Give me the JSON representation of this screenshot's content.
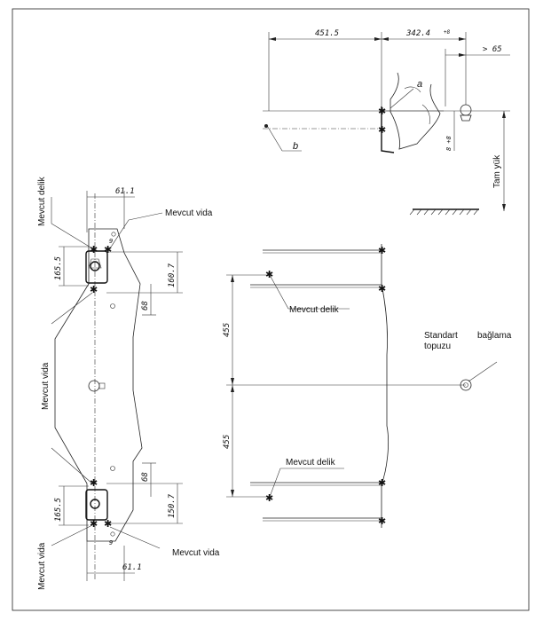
{
  "dimensions": {
    "top_left": "451.5",
    "top_right": "342.4",
    "top_right_sup": "+8",
    "gt65": "> 65",
    "vertical_small": "8 +8",
    "bracket_width_top": "61.1",
    "bracket_width_bottom": "61.1",
    "hole_span_top": "165.5",
    "hole_span_bottom": "165.5",
    "inner_span_top": "160.7",
    "inner_span_bottom": "150.7",
    "offset_top": "68",
    "offset_bottom": "68",
    "upper_span": "455",
    "lower_span": "455",
    "small_top": "9",
    "small_bottom": "9"
  },
  "labels": {
    "a": "a",
    "b": "b",
    "tam_yuk": "Tam yük",
    "mevcut_delik_left": "Mevcut delik",
    "mevcut_vida_top": "Mevcut vida",
    "mevcut_vida_side": "Mevcut vida",
    "mevcut_vida_bottom_left": "Mevcut vida",
    "mevcut_vida_bottom_right": "Mevcut vida",
    "mevcut_delik_upper": "Mevcut delik",
    "mevcut_delik_lower": "Mevcut delik",
    "standart": "Standart",
    "baglama": "bağlama",
    "topuzu": "topuzu"
  }
}
